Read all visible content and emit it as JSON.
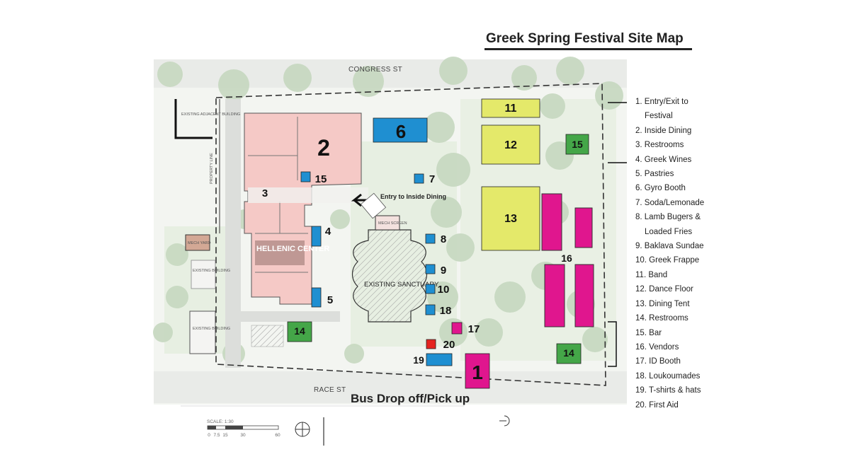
{
  "title": "Greek Spring Festival Site Map",
  "streets": {
    "north": "CONGRESS ST",
    "south": "RACE ST"
  },
  "bus_label": "Bus Drop off/Pick up",
  "labels": {
    "existing_adjacent_building": "EXISTING ADJACENT BUILDING",
    "property_line": "PROPERTY LINE",
    "mech_yard": "MECH YARD",
    "mech_screen": "MECH SCREEN",
    "hellenic_center": "HELLENIC CENTER",
    "existing_sanctuary": "EXISTING SANCTUARY",
    "existing_building_1": "EXISTING BUILDING",
    "existing_building_2": "EXISTING BUILDING",
    "entry_inside_dining": "Entry to Inside Dining",
    "scale_title": "SCALE: 1:30",
    "scale_ticks": [
      "0",
      "7.5",
      "15",
      "30",
      "60"
    ]
  },
  "colors": {
    "blue": "#1f8fd1",
    "yellow": "#e4e96a",
    "green": "#44a648",
    "magenta": "#e0168e",
    "red": "#e52420",
    "building_pink": "#f5c9c6",
    "tree_green": "#c6d8c0",
    "lawn": "#e7efe2"
  },
  "markers": [
    {
      "num": "1",
      "color": "magenta"
    },
    {
      "num": "2",
      "color": "none"
    },
    {
      "num": "3",
      "color": "none"
    },
    {
      "num": "4",
      "color": "blue"
    },
    {
      "num": "5",
      "color": "blue"
    },
    {
      "num": "6",
      "color": "blue"
    },
    {
      "num": "7",
      "color": "blue"
    },
    {
      "num": "8",
      "color": "blue"
    },
    {
      "num": "9",
      "color": "blue"
    },
    {
      "num": "10",
      "color": "blue"
    },
    {
      "num": "11",
      "color": "yellow"
    },
    {
      "num": "12",
      "color": "yellow"
    },
    {
      "num": "13",
      "color": "yellow"
    },
    {
      "num": "14",
      "color": "green"
    },
    {
      "num": "14",
      "color": "green"
    },
    {
      "num": "15",
      "color": "blue"
    },
    {
      "num": "15",
      "color": "green"
    },
    {
      "num": "16",
      "color": "magenta"
    },
    {
      "num": "17",
      "color": "magenta"
    },
    {
      "num": "18",
      "color": "blue"
    },
    {
      "num": "19",
      "color": "blue"
    },
    {
      "num": "20",
      "color": "red"
    }
  ],
  "legend": [
    "1. Entry/Exit to",
    "Festival",
    "2. Inside Dining",
    "3. Restrooms",
    "4. Greek Wines",
    "5. Pastries",
    "6. Gyro Booth",
    "7. Soda/Lemonade",
    "8. Lamb Bugers &",
    "Loaded Fries",
    "9. Baklava Sundae",
    "10. Greek Frappe",
    "11. Band",
    "12. Dance Floor",
    "13. Dining Tent",
    "14. Restrooms",
    "15. Bar",
    "16. Vendors",
    "17. ID Booth",
    "18. Loukoumades",
    "19. T-shirts & hats",
    "20. First Aid"
  ]
}
